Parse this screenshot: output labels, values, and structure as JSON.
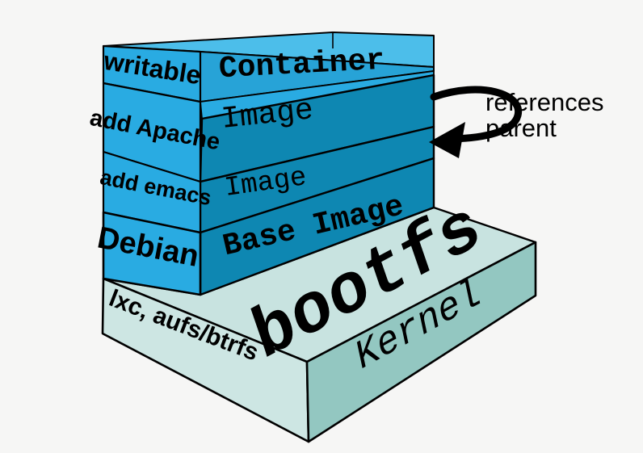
{
  "colors": {
    "background": "#f6f6f5",
    "cyan_bright": "#29abe2",
    "cyan_light": "#4cbeea",
    "cyan_mid": "#27a3d7",
    "teal_front": "#0e87b2",
    "platform_top": "#c8e3e0",
    "platform_left": "#cde6e3",
    "platform_front": "#93c7c1",
    "outline": "#000000"
  },
  "stack": {
    "layers": [
      {
        "side_label": "writable",
        "front_label": "Container"
      },
      {
        "side_label": "add Apache",
        "front_label": "Image"
      },
      {
        "side_label": "add emacs",
        "front_label": "Image"
      },
      {
        "side_label": "Debian",
        "front_label": "Base Image"
      }
    ]
  },
  "platform": {
    "side_label": "lxc, aufs/btrfs",
    "top_label": "bootfs",
    "front_label": "Kernel"
  },
  "annotation": {
    "line1": "references",
    "line2": "parent"
  }
}
